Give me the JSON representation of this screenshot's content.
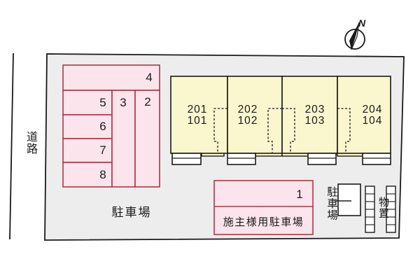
{
  "site": {
    "road_label": "道路"
  },
  "compass": {
    "north_label": "N"
  },
  "parking_lot": {
    "area_label": "駐車場",
    "space2": "2",
    "space3": "3",
    "space4": "4",
    "space5": "5",
    "space6": "6",
    "space7": "7",
    "space8": "8"
  },
  "building": {
    "units": [
      {
        "upper": "201",
        "lower": "101"
      },
      {
        "upper": "202",
        "lower": "102"
      },
      {
        "upper": "203",
        "lower": "103"
      },
      {
        "upper": "204",
        "lower": "104"
      }
    ]
  },
  "owner_parking": {
    "space_number": "1",
    "label": "施主様用駐車場"
  },
  "carport": {
    "label": "駐車場"
  },
  "storage": {
    "label": "物置"
  },
  "colors": {
    "site_fill": "#ededed",
    "parking_fill": "#fce4ec",
    "parking_stroke": "#ad3648",
    "building_fill": "#faf6ce",
    "line": "#1a1a1a"
  }
}
